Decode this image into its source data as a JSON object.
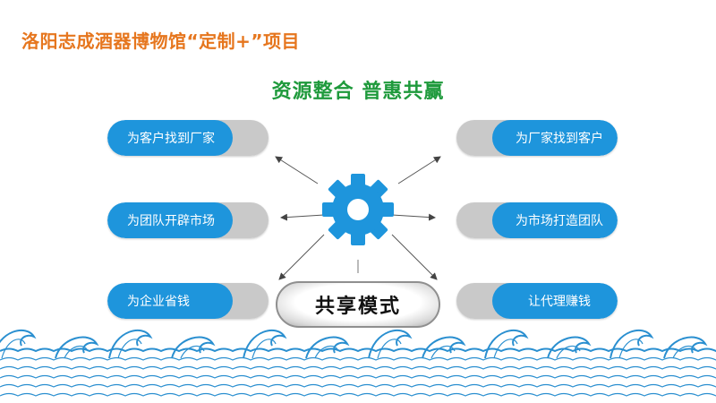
{
  "title": "洛阳志成酒器博物馆“定制+”项目",
  "subtitle": "资源整合  普惠共赢",
  "left_items": [
    "为客户找到厂家",
    "为团队开辟市场",
    "为企业省钱"
  ],
  "right_items": [
    "为厂家找到客户",
    "为市场打造团队",
    "让代理赚钱"
  ],
  "hub_label": "共享模式",
  "colors": {
    "title": "#e6761e",
    "subtitle": "#1f9a3c",
    "pill_blue": "#1e95dc",
    "pill_gray": "#c9c9c9",
    "gear": "#1e95dc",
    "wave": "#2a8fd0"
  },
  "icons": [
    "gear-icon",
    "wave-pattern"
  ]
}
